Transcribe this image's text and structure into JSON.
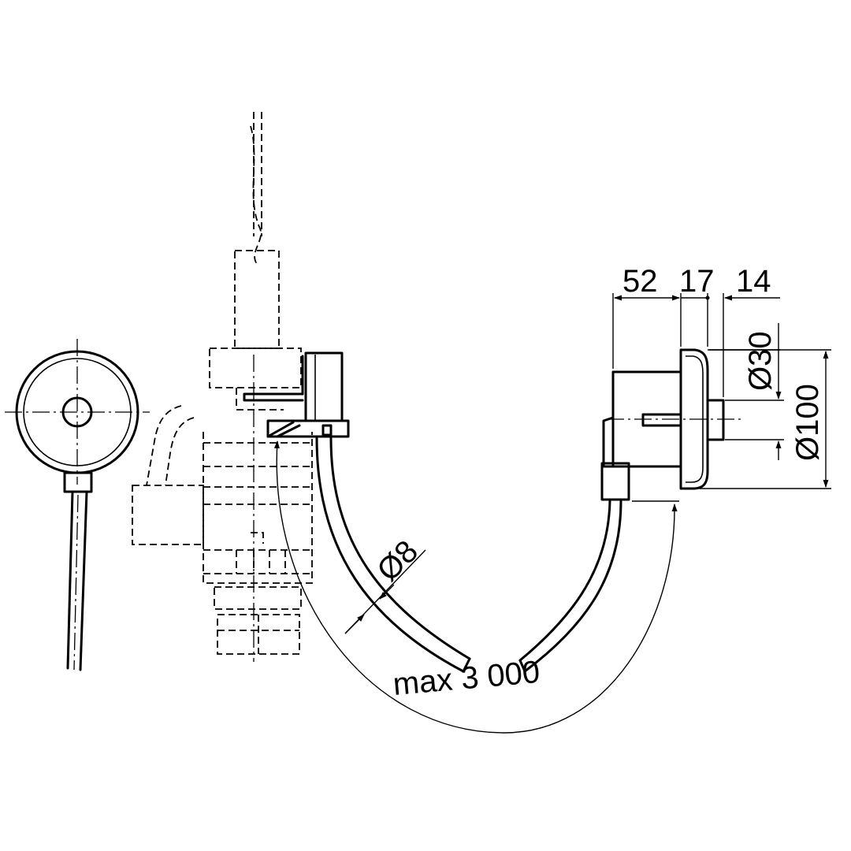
{
  "dimensions": {
    "depth_body": "52",
    "depth_plate": "17",
    "depth_button": "14",
    "button_diameter": "Ø30",
    "plate_diameter": "Ø100",
    "tube_diameter": "Ø8",
    "max_length": "max 3 000"
  },
  "colors": {
    "line": "#000000",
    "background": "#ffffff"
  }
}
